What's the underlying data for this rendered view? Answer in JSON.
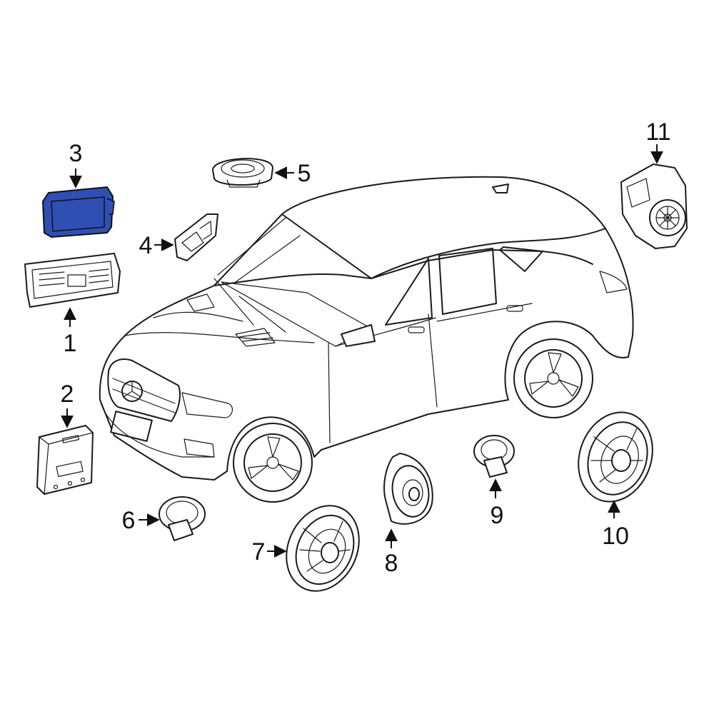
{
  "diagram": {
    "highlight_color": "#2f4fb4",
    "highlighted_part": "3",
    "callouts": [
      {
        "id": "1",
        "label": "1",
        "part_icon": "control-panel-icon"
      },
      {
        "id": "2",
        "label": "2",
        "part_icon": "radio-module-icon"
      },
      {
        "id": "3",
        "label": "3",
        "part_icon": "display-screen-icon"
      },
      {
        "id": "4",
        "label": "4",
        "part_icon": "bracket-module-icon"
      },
      {
        "id": "5",
        "label": "5",
        "part_icon": "tweeter-speaker-icon"
      },
      {
        "id": "6",
        "label": "6",
        "part_icon": "small-speaker-icon"
      },
      {
        "id": "7",
        "label": "7",
        "part_icon": "door-speaker-icon"
      },
      {
        "id": "8",
        "label": "8",
        "part_icon": "midrange-speaker-icon"
      },
      {
        "id": "9",
        "label": "9",
        "part_icon": "small-speaker-icon"
      },
      {
        "id": "10",
        "label": "10",
        "part_icon": "door-speaker-icon"
      },
      {
        "id": "11",
        "label": "11",
        "part_icon": "subwoofer-icon"
      }
    ]
  }
}
